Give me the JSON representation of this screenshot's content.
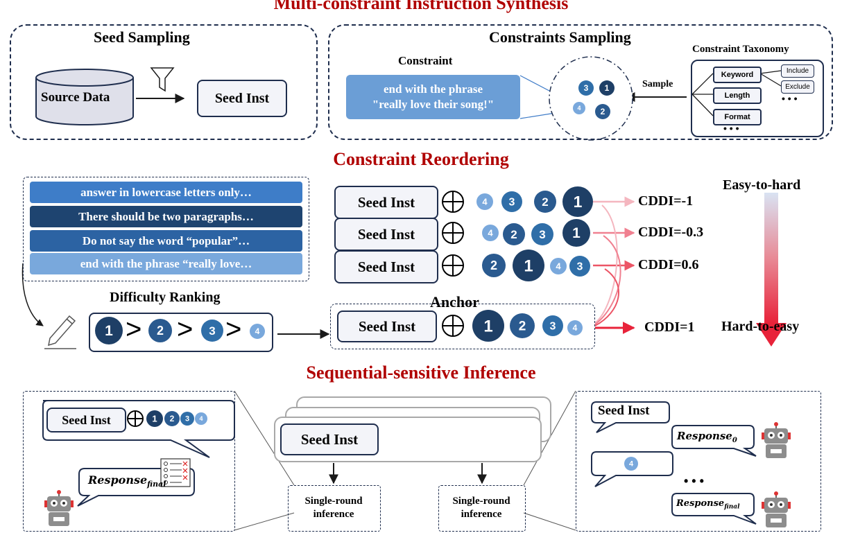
{
  "sections": {
    "synthesis": "Multi-constraint Instruction Synthesis",
    "reordering": "Constraint Reordering",
    "inference": "Sequential-sensitive Inference"
  },
  "synthesis": {
    "seed_sampling_title": "Seed Sampling",
    "source_data": "Source Data",
    "seed_inst": "Seed Inst",
    "constraints_sampling_title": "Constraints Sampling",
    "constraint_label": "Constraint",
    "constraint_text_line1": "end with the phrase",
    "constraint_text_line2": "\"really love their song!\"",
    "sample_label": "Sample",
    "taxonomy_title": "Constraint Taxonomy",
    "taxonomy": {
      "keyword": "Keyword",
      "length": "Length",
      "format": "Format",
      "include": "Include",
      "exclude": "Exclude",
      "ellipsis": "• • •"
    }
  },
  "reordering": {
    "constraints": [
      "answer in lowercase letters only…",
      "There should be two paragraphs…",
      "Do not say the word “popular”…",
      "end with the phrase “really love…"
    ],
    "difficulty_ranking_title": "Difficulty Ranking",
    "seed_inst": "Seed Inst",
    "anchor_label": "Anchor",
    "cddi": [
      "CDDI=-1",
      "CDDI=-0.3",
      "CDDI=0.6",
      "CDDI=1"
    ],
    "easy_to_hard": "Easy-to-hard",
    "hard_to_easy": "Hard-to-easy",
    "gt": ">"
  },
  "inference": {
    "seed_inst": "Seed Inst",
    "response_final_base": "Response",
    "response_final_sub": "final",
    "response0_base": "Response",
    "response0_sub": "0",
    "single_round_line1": "Single-round",
    "single_round_line2": "inference",
    "ellipsis": "• • •"
  },
  "numbers": {
    "n1": "1",
    "n2": "2",
    "n3": "3",
    "n4": "4"
  },
  "colors": {
    "title_red": "#b00000",
    "c1": "#1e3f66",
    "c2": "#2a5a8f",
    "c3": "#2f6ea8",
    "c4": "#79a8dc",
    "arrow_light": "#f4b6bf",
    "arrow_dark": "#e8233a"
  }
}
